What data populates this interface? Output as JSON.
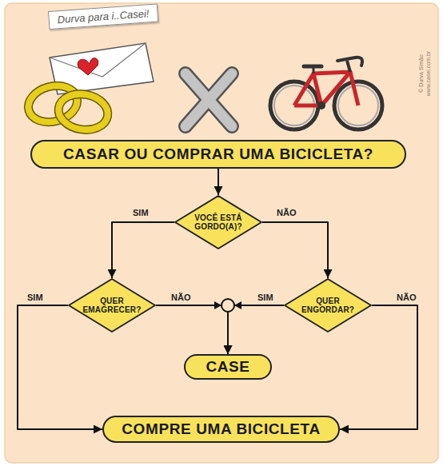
{
  "diagram": {
    "nodes": [
      {
        "text": [
          "CASAR OU COMPRAR UMA BICICLETA?"
        ]
      },
      {
        "text": [
          "VOCÊ ESTÁ GORDO(A)?"
        ]
      },
      {
        "text": [
          "QUER EMAGRECER?"
        ]
      },
      {
        "text": [
          "QUER ENGORDAR?"
        ]
      },
      {
        "text": [
          "CASE"
        ]
      },
      {
        "text": [
          "COMPRE UMA BICICLETA"
        ]
      }
    ],
    "edges": [
      {
        "from": 0,
        "to": 1,
        "arrow": "to"
      },
      {
        "from": 1,
        "to": 2,
        "label": "SIM",
        "arrow": "to"
      },
      {
        "from": 1,
        "to": 3,
        "label": "NÃO",
        "arrow": "to"
      },
      {
        "from": 2,
        "to": 5,
        "label": "SIM",
        "arrow": "to"
      },
      {
        "from": 2,
        "to": 4,
        "label": "NÃO",
        "arrow": "to"
      },
      {
        "from": 3,
        "to": 4,
        "label": "SIM",
        "arrow": "to"
      },
      {
        "from": 3,
        "to": 5,
        "label": "NÃO",
        "arrow": "to"
      }
    ],
    "labels": [
      "Durva para i..Casei!",
      "© Durva Simão",
      "www.casei.com.br"
    ]
  }
}
